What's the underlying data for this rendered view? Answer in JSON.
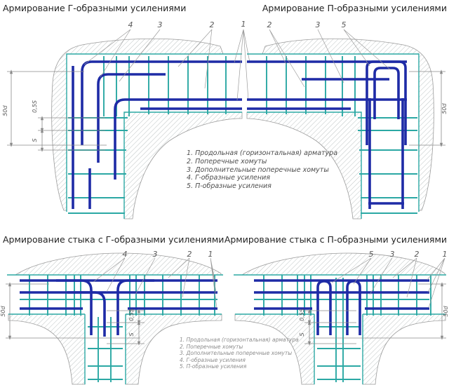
{
  "titles": {
    "top_left": "Армирование Г-образными усилениями",
    "top_right": "Армирование П-образными усилениями",
    "bottom_left": "Армирование стыка с Г-образными усилениями",
    "bottom_right": "Армирование стыка с П-образными усилениями"
  },
  "legend_top": {
    "items": [
      "1. Продольная (горизонтальная) арматура",
      "2. Поперечные хомуты",
      "3. Дополнительные поперечные хомуты",
      "4. Г-образные усиления",
      "5. П-образные усиления"
    ]
  },
  "legend_bottom": {
    "items": [
      "1. Продольная (горизонтальная) арматура",
      "2. Поперечные хомуты",
      "3. Дополнительные поперечные хомуты",
      "4. Г-образные усиления",
      "5. П-образные усиления"
    ]
  },
  "callouts": {
    "tl": {
      "c4": "4",
      "c3": "3",
      "c2": "2"
    },
    "shared1": "1",
    "tr": {
      "c2": "2",
      "c3": "3",
      "c5": "5"
    },
    "bl": {
      "c4": "4",
      "c3": "3",
      "c2": "2",
      "c1": "1"
    },
    "br": {
      "c5": "5",
      "c3": "3",
      "c2": "2",
      "c1": "1"
    }
  },
  "dims": {
    "anchorage": "50d",
    "half_step": "0,5S",
    "step": "S"
  },
  "colors": {
    "background": "#ffffff",
    "rebar": "#1e2ba6",
    "stirrup": "#2ba8a4",
    "hatch_line": "#b6bcbc",
    "edge": "#9b9b9b",
    "annotation": "#5a5a5a",
    "dim": "#8a8a8a",
    "leader": "#9b9b9b",
    "title": "#222222",
    "legend_top": "#4c4c4c",
    "legend_bottom": "#8c8c8c"
  }
}
